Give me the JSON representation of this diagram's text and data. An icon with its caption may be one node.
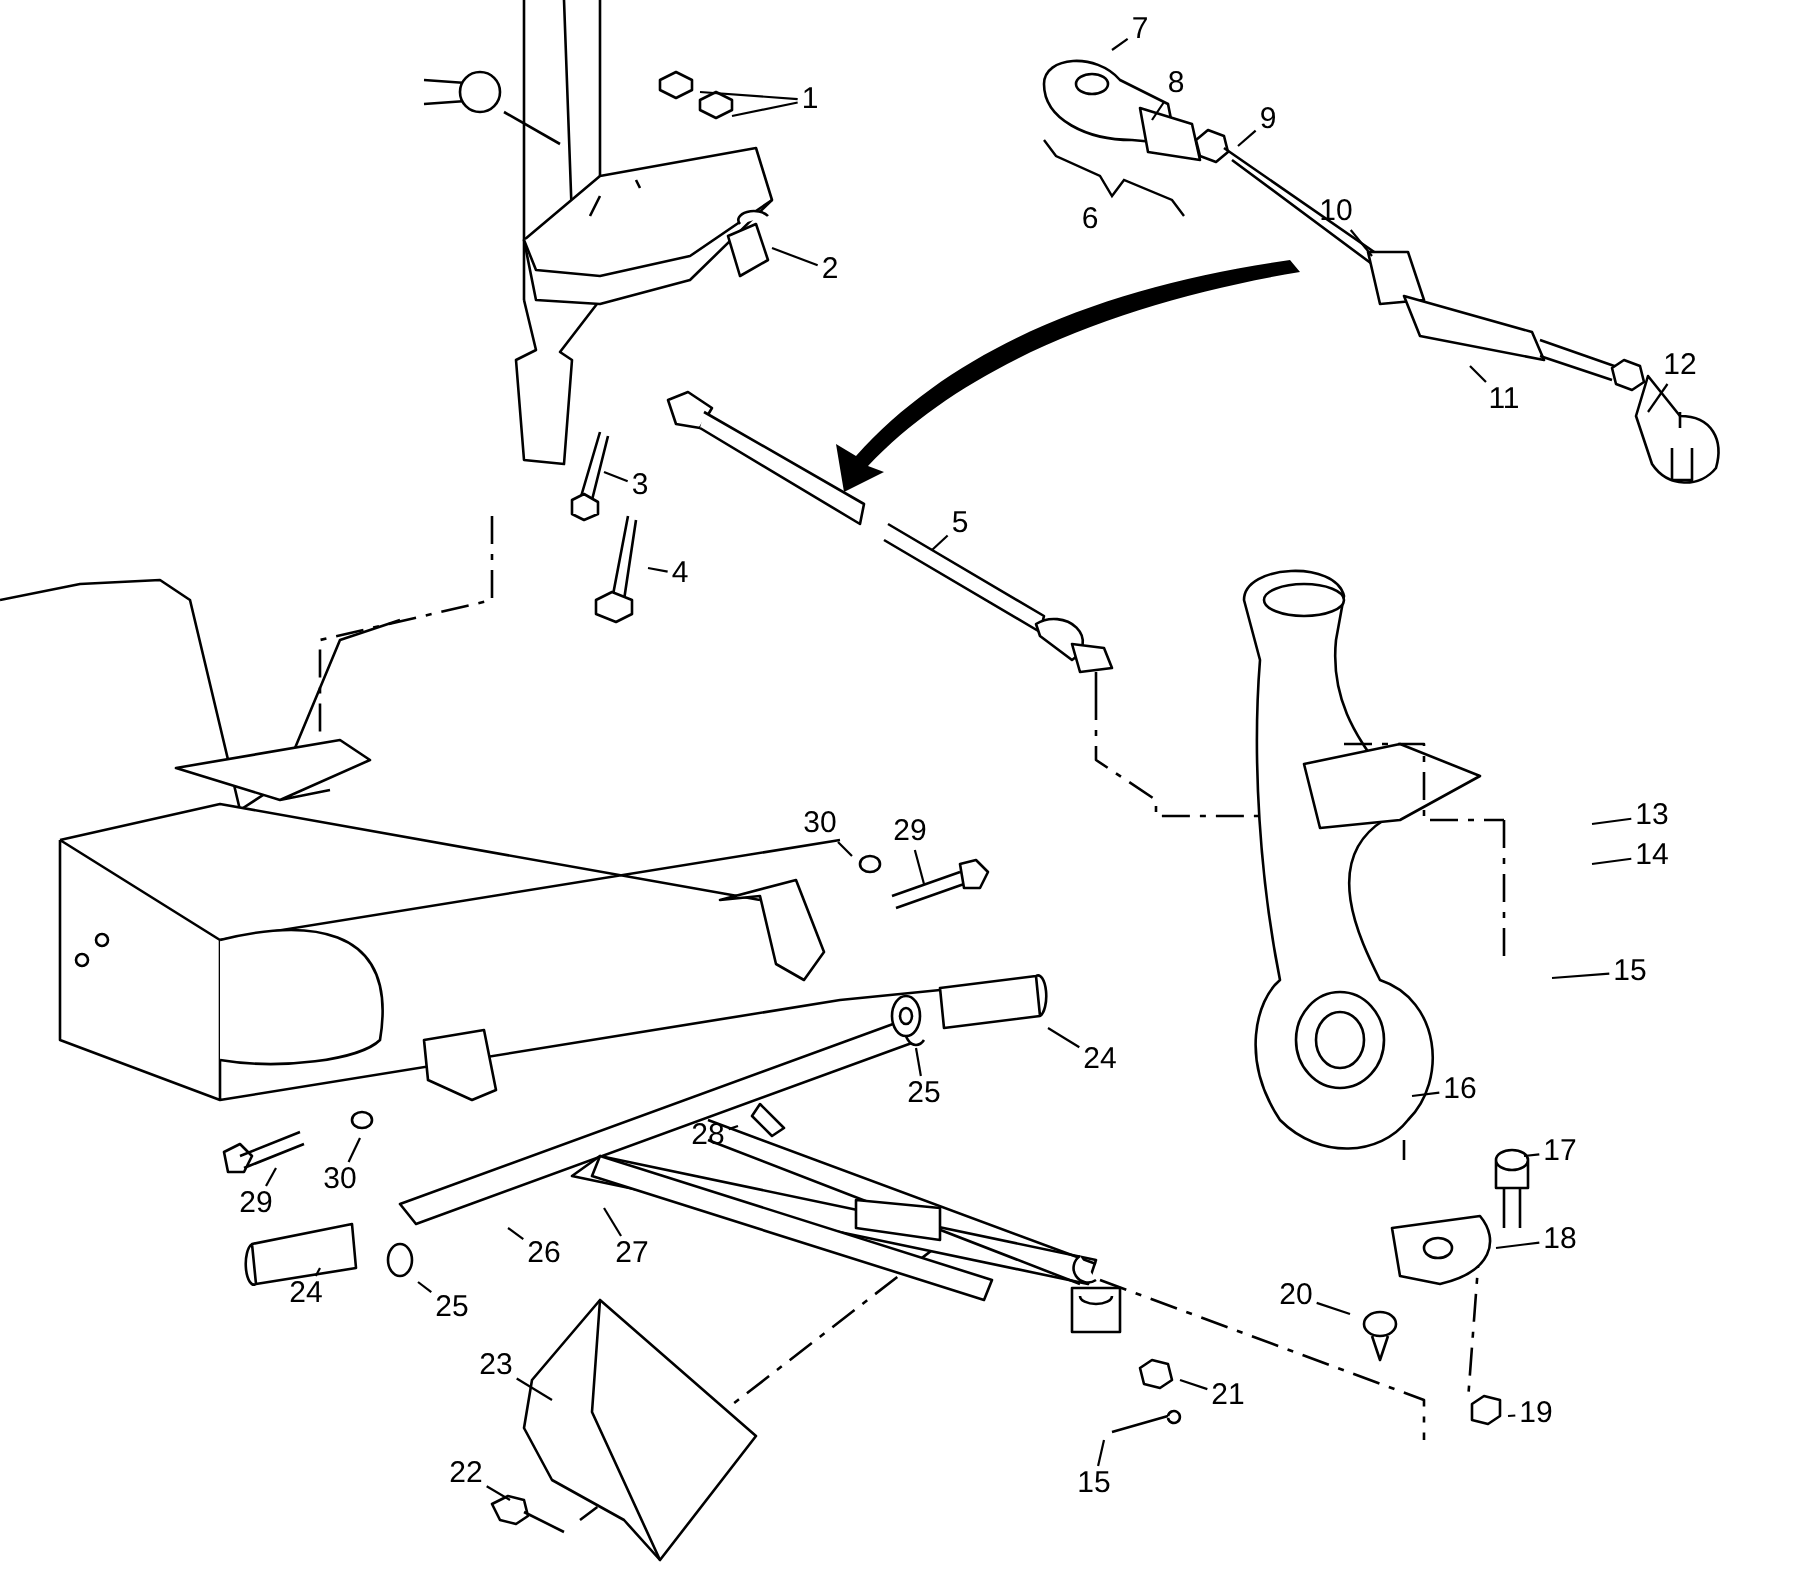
{
  "diagram": {
    "nodes": [
      {
        "text": [
          "1"
        ]
      },
      {
        "text": [
          "7"
        ]
      },
      {
        "text": [
          "8"
        ]
      },
      {
        "text": [
          "9"
        ]
      },
      {
        "text": [
          "10"
        ]
      },
      {
        "text": [
          "2"
        ]
      },
      {
        "text": [
          "11"
        ]
      },
      {
        "text": [
          "12"
        ]
      },
      {
        "text": [
          "3"
        ]
      },
      {
        "text": [
          "5"
        ]
      },
      {
        "text": [
          "4"
        ]
      },
      {
        "text": [
          "13"
        ]
      },
      {
        "text": [
          "30"
        ]
      },
      {
        "text": [
          "29"
        ]
      },
      {
        "text": [
          "14"
        ]
      },
      {
        "text": [
          "15"
        ]
      },
      {
        "text": [
          "24"
        ]
      },
      {
        "text": [
          "16"
        ]
      },
      {
        "text": [
          "25"
        ]
      },
      {
        "text": [
          "30"
        ]
      },
      {
        "text": [
          "28"
        ]
      },
      {
        "text": [
          "17"
        ]
      },
      {
        "text": [
          "29"
        ]
      },
      {
        "text": [
          "26"
        ]
      },
      {
        "text": [
          "27"
        ]
      },
      {
        "text": [
          "18"
        ]
      },
      {
        "text": [
          "24"
        ]
      },
      {
        "text": [
          "25"
        ]
      },
      {
        "text": [
          "20"
        ]
      },
      {
        "text": [
          "23"
        ]
      },
      {
        "text": [
          "21"
        ]
      },
      {
        "text": [
          "19"
        ]
      },
      {
        "text": [
          "22"
        ]
      },
      {
        "text": [
          "15"
        ]
      }
    ],
    "edges": [
      {
        "from": 0,
        "to": null,
        "arrow": "none"
      },
      {
        "from": 0,
        "to": null,
        "arrow": "none"
      },
      {
        "from": 1,
        "to": null,
        "arrow": "none"
      },
      {
        "from": 2,
        "to": null,
        "arrow": "none"
      },
      {
        "from": 3,
        "to": null,
        "arrow": "none"
      },
      {
        "from": 4,
        "to": null,
        "arrow": "none"
      },
      {
        "from": 5,
        "to": null,
        "arrow": "none"
      },
      {
        "from": 6,
        "to": null,
        "arrow": "none"
      },
      {
        "from": 7,
        "to": null,
        "arrow": "none"
      },
      {
        "from": 8,
        "to": null,
        "arrow": "none"
      },
      {
        "from": 9,
        "to": null,
        "arrow": "none"
      },
      {
        "from": 10,
        "to": null,
        "arrow": "none"
      },
      {
        "from": 11,
        "to": null,
        "arrow": "none"
      },
      {
        "from": 12,
        "to": null,
        "arrow": "none"
      },
      {
        "from": 13,
        "to": null,
        "arrow": "none"
      },
      {
        "from": 14,
        "to": null,
        "arrow": "none"
      },
      {
        "from": 15,
        "to": null,
        "arrow": "none"
      },
      {
        "from": 16,
        "to": null,
        "arrow": "none"
      },
      {
        "from": 17,
        "to": null,
        "arrow": "none"
      },
      {
        "from": 18,
        "to": null,
        "arrow": "none"
      },
      {
        "from": 19,
        "to": null,
        "arrow": "none"
      },
      {
        "from": 20,
        "to": null,
        "arrow": "none"
      },
      {
        "from": 21,
        "to": null,
        "arrow": "none"
      },
      {
        "from": 22,
        "to": null,
        "arrow": "none"
      },
      {
        "from": 23,
        "to": null,
        "arrow": "none"
      },
      {
        "from": 24,
        "to": null,
        "arrow": "none"
      },
      {
        "from": 25,
        "to": null,
        "arrow": "none"
      },
      {
        "from": 26,
        "to": null,
        "arrow": "none"
      },
      {
        "from": 27,
        "to": null,
        "arrow": "none"
      },
      {
        "from": 28,
        "to": null,
        "arrow": "none"
      },
      {
        "from": 29,
        "to": null,
        "arrow": "none"
      },
      {
        "from": 30,
        "to": null,
        "arrow": "none"
      },
      {
        "from": 31,
        "to": null,
        "arrow": "none"
      },
      {
        "from": 32,
        "to": null,
        "arrow": "none"
      },
      {
        "from": 33,
        "to": null,
        "arrow": "none"
      }
    ],
    "labels": [
      "6"
    ]
  }
}
